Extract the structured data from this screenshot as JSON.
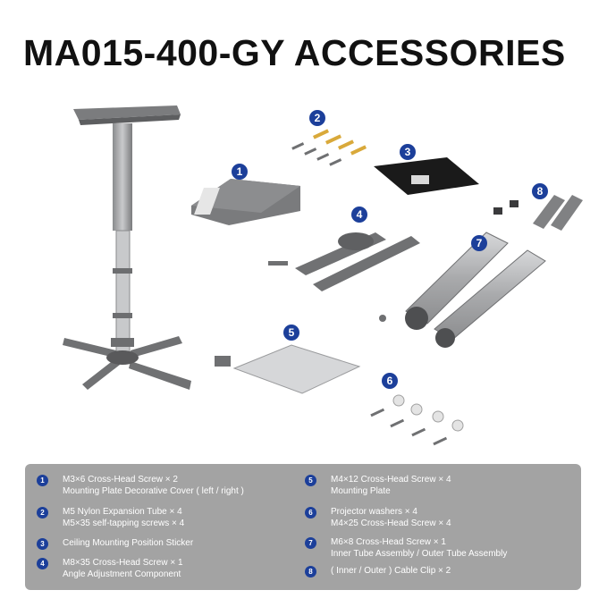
{
  "title": "MA015-400-GY ACCESSORIES",
  "badges": [
    "1",
    "2",
    "3",
    "4",
    "5",
    "6",
    "7",
    "8"
  ],
  "legend": {
    "left": [
      {
        "num": "1",
        "lines": [
          "M3×6 Cross-Head Screw × 2",
          "Mounting Plate Decorative Cover ( left / right )"
        ]
      },
      {
        "num": "2",
        "lines": [
          "M5 Nylon Expansion Tube × 4",
          "M5×35 self-tapping screws × 4"
        ]
      },
      {
        "num": "3",
        "lines": [
          "Ceiling Mounting Position Sticker"
        ]
      },
      {
        "num": "4",
        "lines": [
          "M8×35 Cross-Head Screw × 1",
          "Angle Adjustment Component"
        ]
      }
    ],
    "right": [
      {
        "num": "5",
        "lines": [
          "M4×12 Cross-Head Screw × 4",
          "Mounting Plate"
        ]
      },
      {
        "num": "6",
        "lines": [
          "Projector washers × 4",
          "M4×25 Cross-Head Screw × 4"
        ]
      },
      {
        "num": "7",
        "lines": [
          "M6×8 Cross-Head Screw × 1",
          "Inner Tube Assembly / Outer Tube Assembly"
        ]
      },
      {
        "num": "8",
        "lines": [
          "( Inner / Outer ) Cable Clip × 2"
        ]
      }
    ]
  },
  "colors": {
    "badge": "#1c3f9a",
    "legend_bg": "#a3a3a3",
    "part_grey": "#6f7072",
    "part_light": "#d9d9d9"
  }
}
